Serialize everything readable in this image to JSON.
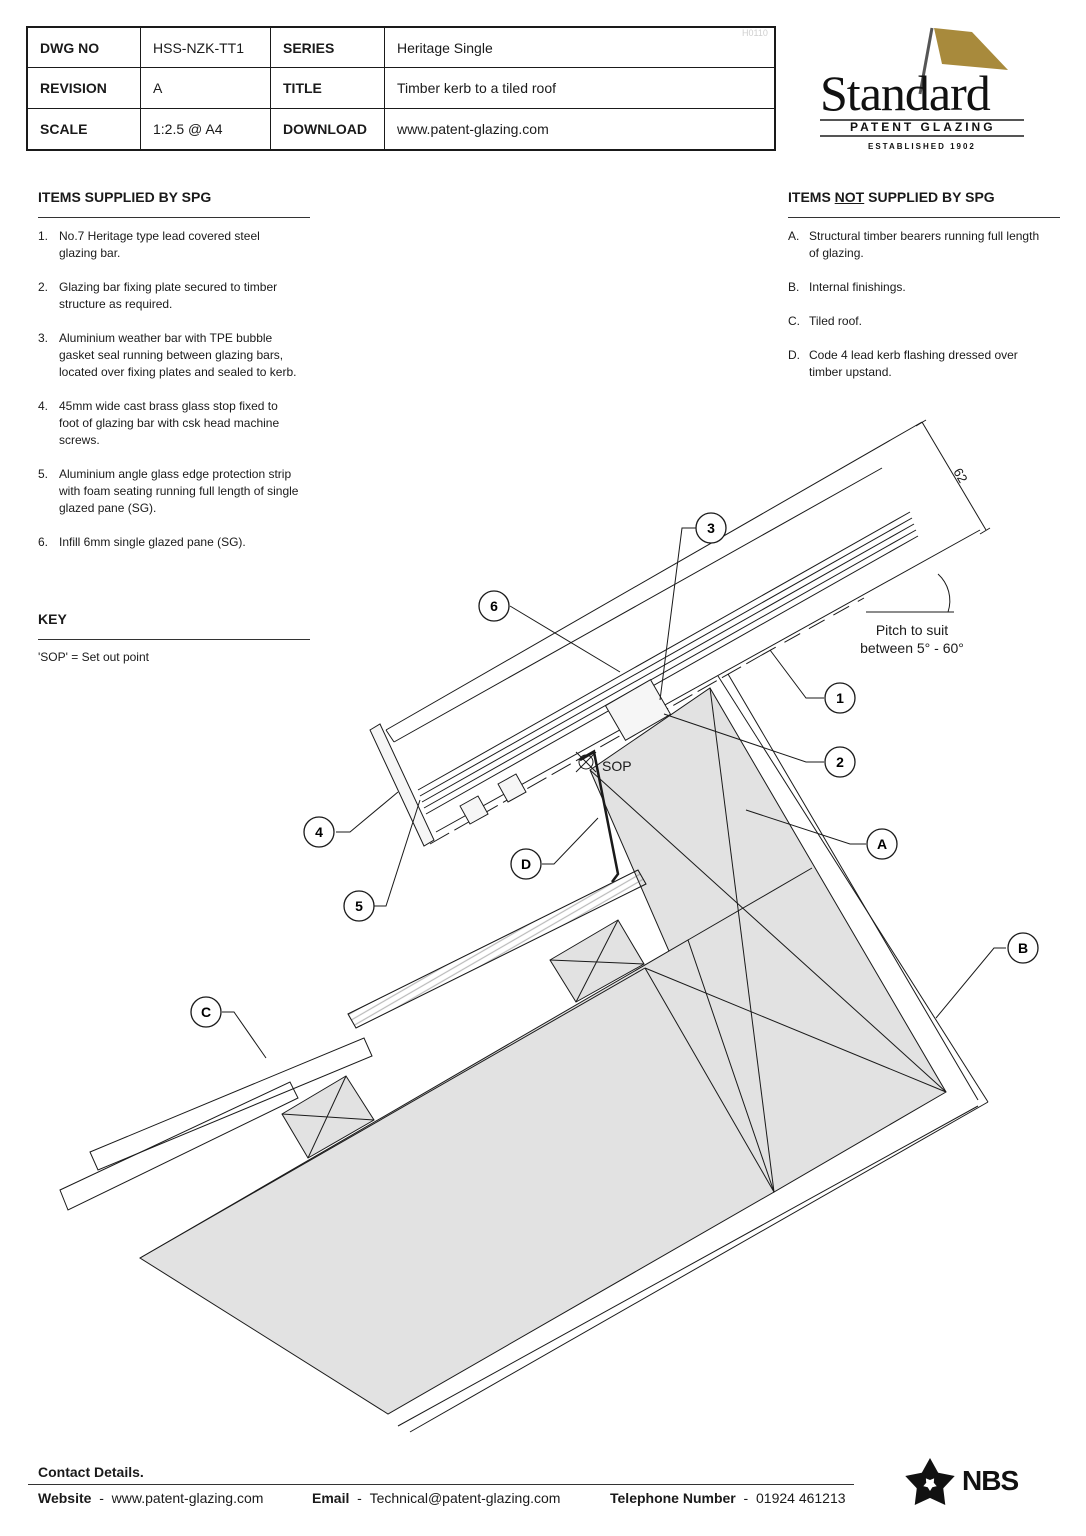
{
  "sheet_code": "H0110",
  "title_block": {
    "dwg_no_label": "DWG NO",
    "dwg_no": "HSS-NZK-TT1",
    "series_label": "SERIES",
    "series": "Heritage Single",
    "revision_label": "REVISION",
    "revision": "A",
    "title_label": "TITLE",
    "title": "Timber kerb to a tiled roof",
    "scale_label": "SCALE",
    "scale": "1:2.5 @ A4",
    "download_label": "DOWNLOAD",
    "download": "www.patent-glazing.com"
  },
  "logo": {
    "name": "Standard",
    "sub": "PATENT GLAZING",
    "est": "ESTABLISHED 1902"
  },
  "supplied": {
    "heading": "ITEMS SUPPLIED BY SPG",
    "items": [
      {
        "num": "1.",
        "text": "No.7 Heritage type lead covered steel glazing bar."
      },
      {
        "num": "2.",
        "text": "Glazing bar fixing plate secured to timber structure as required."
      },
      {
        "num": "3.",
        "text": "Aluminium weather bar with TPE bubble gasket seal running between glazing bars, located over fixing plates and sealed to kerb."
      },
      {
        "num": "4.",
        "text": "45mm wide cast brass glass stop fixed to foot of glazing bar with csk head machine screws."
      },
      {
        "num": "5.",
        "text": "Aluminium angle glass edge protection strip with foam seating running full length of single glazed pane (SG)."
      },
      {
        "num": "6.",
        "text": "Infill 6mm single glazed pane (SG)."
      }
    ]
  },
  "not_supplied": {
    "heading_pre": "ITEMS ",
    "heading_not": "NOT",
    "heading_post": " SUPPLIED BY SPG",
    "items": [
      {
        "num": "A.",
        "text": "Structural timber bearers running full length of glazing."
      },
      {
        "num": "B.",
        "text": "Internal finishings."
      },
      {
        "num": "C.",
        "text": "Tiled roof."
      },
      {
        "num": "D.",
        "text": "Code 4 lead kerb flashing dressed over timber upstand."
      }
    ]
  },
  "key": {
    "heading": "KEY",
    "text": "'SOP' = Set out point"
  },
  "drawing": {
    "dimension": "62",
    "pitch_line1": "Pitch to suit",
    "pitch_line2": "between 5° - 60°",
    "sop": "SOP",
    "callouts": [
      "1",
      "2",
      "3",
      "4",
      "5",
      "6",
      "A",
      "B",
      "C",
      "D"
    ]
  },
  "footer": {
    "heading": "Contact Details.",
    "website_label": "Website",
    "website": "www.patent-glazing.com",
    "email_label": "Email",
    "email": "Technical@patent-glazing.com",
    "phone_label": "Telephone Number",
    "phone": "01924 461213",
    "nbs": "NBS"
  },
  "colors": {
    "fill": "#e2e2e2",
    "line": "#1a1a1a",
    "logo_gold": "#a88a3c"
  }
}
